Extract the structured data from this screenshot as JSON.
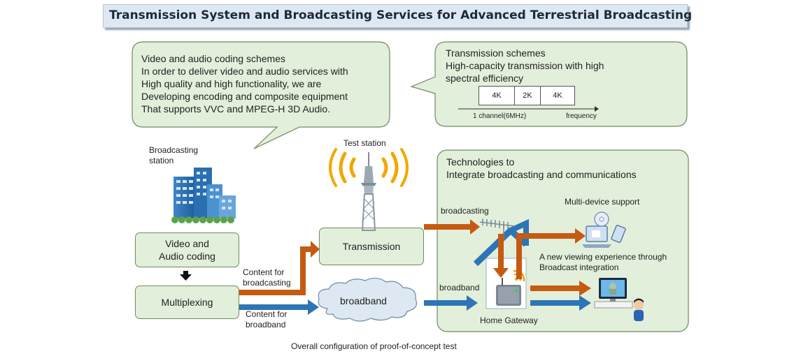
{
  "title": "Transmission System and Broadcasting Services for Advanced Terrestrial Broadcasting",
  "video_callout": {
    "heading": "Video and audio coding schemes",
    "lines": [
      "In order to deliver video and audio  services with",
      "High quality and high functionality, we are",
      "Developing encoding and composite equipment",
      "That supports VVC and MPEG-H 3D Audio."
    ]
  },
  "transmission_callout": {
    "heading": "Transmission schemes",
    "lines": [
      "High-capacity transmission with high",
      "spectral efficiency"
    ],
    "spectrum": {
      "blocks": [
        "4K",
        "2K",
        "4K"
      ],
      "channel_label": "1 channel(6MHz)",
      "axis_label": "frequency"
    }
  },
  "integration_panel": {
    "heading_lines": [
      "Technologies to",
      "Integrate broadcasting and communications"
    ],
    "broadcasting_label": "broadcasting",
    "broadband_label": "broadband",
    "multi_device_label": "Multi-device support",
    "viewing_lines": [
      "A new viewing experience through",
      "Broadcast integration"
    ],
    "home_gateway_label": "Home Gateway"
  },
  "broadcasting_station": {
    "label_lines": [
      "Broadcasting",
      "station"
    ]
  },
  "test_station": {
    "label": "Test station"
  },
  "boxes": {
    "video_audio_coding": [
      "Video and",
      "Audio coding"
    ],
    "multiplexing": "Multiplexing",
    "transmission": "Transmission",
    "broadband_cloud": "broadband"
  },
  "content_labels": {
    "broadcasting": [
      "Content for",
      "broadcasting"
    ],
    "broadband": [
      "Content for",
      "broadband"
    ]
  },
  "caption": "Overall configuration of proof-of-concept test",
  "colors": {
    "broadcast_arrow": "#c55a11",
    "broadband_arrow": "#2e75b6",
    "panel_fill": "#e2efda",
    "panel_border": "#6f8a5e",
    "title_fill": "#dde8f2"
  },
  "icons": [
    "office-building-icon",
    "broadcast-tower-icon",
    "radio-wave-icon",
    "house-icon",
    "antenna-icon",
    "router-icon",
    "wifi-icon",
    "laptop-icon",
    "smartphone-icon",
    "disc-icon",
    "tv-icon",
    "viewer-person-icon",
    "cloud-icon",
    "down-arrow-icon"
  ]
}
